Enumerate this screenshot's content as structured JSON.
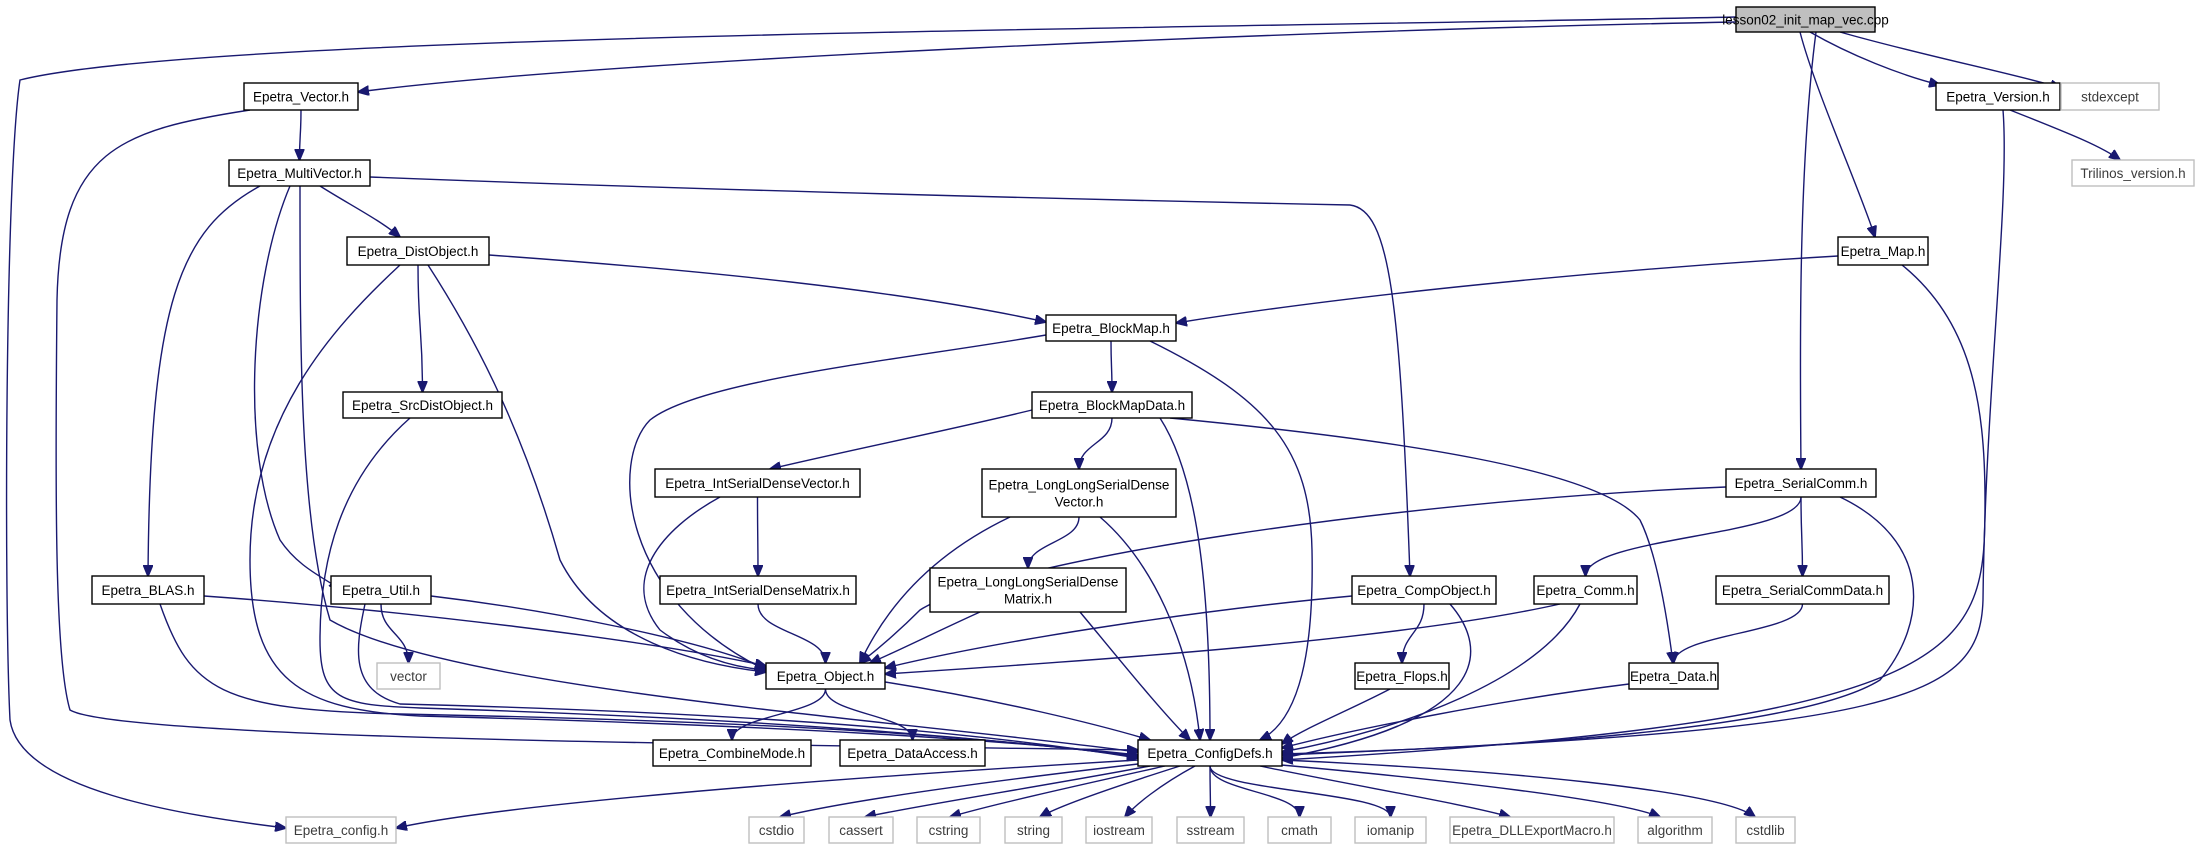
{
  "graph": {
    "title": "",
    "colors": {
      "edge": "#191970",
      "root_fill": "#bfbfbf",
      "node_border": "#000000",
      "system_border": "#bfbfbf",
      "background": "#ffffff"
    },
    "nodes": [
      {
        "id": "root",
        "label": [
          "lesson02_init_map_vec.cpp"
        ],
        "kind": "root"
      },
      {
        "id": "vector_h",
        "label": [
          "Epetra_Vector.h"
        ],
        "kind": "header"
      },
      {
        "id": "version_h",
        "label": [
          "Epetra_Version.h"
        ],
        "kind": "header"
      },
      {
        "id": "stdexcept",
        "label": [
          "stdexcept"
        ],
        "kind": "system"
      },
      {
        "id": "trilinos_version_h",
        "label": [
          "Trilinos_version.h"
        ],
        "kind": "system"
      },
      {
        "id": "multivector_h",
        "label": [
          "Epetra_MultiVector.h"
        ],
        "kind": "header"
      },
      {
        "id": "distobject_h",
        "label": [
          "Epetra_DistObject.h"
        ],
        "kind": "header"
      },
      {
        "id": "map_h",
        "label": [
          "Epetra_Map.h"
        ],
        "kind": "header"
      },
      {
        "id": "blockmap_h",
        "label": [
          "Epetra_BlockMap.h"
        ],
        "kind": "header"
      },
      {
        "id": "srcdistobject_h",
        "label": [
          "Epetra_SrcDistObject.h"
        ],
        "kind": "header"
      },
      {
        "id": "blockmapdata_h",
        "label": [
          "Epetra_BlockMapData.h"
        ],
        "kind": "header"
      },
      {
        "id": "intserialdensevector_h",
        "label": [
          "Epetra_IntSerialDenseVector.h"
        ],
        "kind": "header"
      },
      {
        "id": "longlongserialdensevector_h",
        "label": [
          "Epetra_LongLongSerialDense",
          "Vector.h"
        ],
        "kind": "header"
      },
      {
        "id": "serialcomm_h",
        "label": [
          "Epetra_SerialComm.h"
        ],
        "kind": "header"
      },
      {
        "id": "blas_h",
        "label": [
          "Epetra_BLAS.h"
        ],
        "kind": "header"
      },
      {
        "id": "util_h",
        "label": [
          "Epetra_Util.h"
        ],
        "kind": "header"
      },
      {
        "id": "intserialdensematrix_h",
        "label": [
          "Epetra_IntSerialDenseMatrix.h"
        ],
        "kind": "header"
      },
      {
        "id": "longlongserialdensematrix_h",
        "label": [
          "Epetra_LongLongSerialDense",
          "Matrix.h"
        ],
        "kind": "header"
      },
      {
        "id": "compobject_h",
        "label": [
          "Epetra_CompObject.h"
        ],
        "kind": "header"
      },
      {
        "id": "comm_h",
        "label": [
          "Epetra_Comm.h"
        ],
        "kind": "header"
      },
      {
        "id": "serialcommdata_h",
        "label": [
          "Epetra_SerialCommData.h"
        ],
        "kind": "header"
      },
      {
        "id": "vector",
        "label": [
          "vector"
        ],
        "kind": "system"
      },
      {
        "id": "object_h",
        "label": [
          "Epetra_Object.h"
        ],
        "kind": "header"
      },
      {
        "id": "flops_h",
        "label": [
          "Epetra_Flops.h"
        ],
        "kind": "header"
      },
      {
        "id": "data_h",
        "label": [
          "Epetra_Data.h"
        ],
        "kind": "header"
      },
      {
        "id": "combinemode_h",
        "label": [
          "Epetra_CombineMode.h"
        ],
        "kind": "header"
      },
      {
        "id": "dataaccess_h",
        "label": [
          "Epetra_DataAccess.h"
        ],
        "kind": "header"
      },
      {
        "id": "configdefs_h",
        "label": [
          "Epetra_ConfigDefs.h"
        ],
        "kind": "header"
      },
      {
        "id": "config_h",
        "label": [
          "Epetra_config.h"
        ],
        "kind": "system"
      },
      {
        "id": "cstdio",
        "label": [
          "cstdio"
        ],
        "kind": "system"
      },
      {
        "id": "cassert",
        "label": [
          "cassert"
        ],
        "kind": "system"
      },
      {
        "id": "cstring",
        "label": [
          "cstring"
        ],
        "kind": "system"
      },
      {
        "id": "string",
        "label": [
          "string"
        ],
        "kind": "system"
      },
      {
        "id": "iostream",
        "label": [
          "iostream"
        ],
        "kind": "system"
      },
      {
        "id": "sstream",
        "label": [
          "sstream"
        ],
        "kind": "system"
      },
      {
        "id": "cmath",
        "label": [
          "cmath"
        ],
        "kind": "system"
      },
      {
        "id": "iomanip",
        "label": [
          "iomanip"
        ],
        "kind": "system"
      },
      {
        "id": "dllexportmacro_h",
        "label": [
          "Epetra_DLLExportMacro.h"
        ],
        "kind": "system"
      },
      {
        "id": "algorithm",
        "label": [
          "algorithm"
        ],
        "kind": "system"
      },
      {
        "id": "cstdlib",
        "label": [
          "cstdlib"
        ],
        "kind": "system"
      }
    ],
    "edges": [
      {
        "from": "root",
        "to": "vector_h"
      },
      {
        "from": "root",
        "to": "version_h"
      },
      {
        "from": "root",
        "to": "stdexcept"
      },
      {
        "from": "root",
        "to": "map_h"
      },
      {
        "from": "root",
        "to": "serialcomm_h"
      },
      {
        "from": "root",
        "to": "config_h"
      },
      {
        "from": "vector_h",
        "to": "multivector_h"
      },
      {
        "from": "vector_h",
        "to": "configdefs_h"
      },
      {
        "from": "version_h",
        "to": "trilinos_version_h"
      },
      {
        "from": "version_h",
        "to": "configdefs_h"
      },
      {
        "from": "multivector_h",
        "to": "distobject_h"
      },
      {
        "from": "multivector_h",
        "to": "compobject_h"
      },
      {
        "from": "multivector_h",
        "to": "blas_h"
      },
      {
        "from": "multivector_h",
        "to": "util_h"
      },
      {
        "from": "multivector_h",
        "to": "configdefs_h"
      },
      {
        "from": "distobject_h",
        "to": "blockmap_h"
      },
      {
        "from": "distobject_h",
        "to": "srcdistobject_h"
      },
      {
        "from": "distobject_h",
        "to": "object_h"
      },
      {
        "from": "distobject_h",
        "to": "configdefs_h"
      },
      {
        "from": "map_h",
        "to": "blockmap_h"
      },
      {
        "from": "map_h",
        "to": "configdefs_h"
      },
      {
        "from": "blockmap_h",
        "to": "blockmapdata_h"
      },
      {
        "from": "blockmap_h",
        "to": "object_h"
      },
      {
        "from": "blockmap_h",
        "to": "configdefs_h"
      },
      {
        "from": "srcdistobject_h",
        "to": "configdefs_h"
      },
      {
        "from": "blockmapdata_h",
        "to": "intserialdensevector_h"
      },
      {
        "from": "blockmapdata_h",
        "to": "longlongserialdensevector_h"
      },
      {
        "from": "blockmapdata_h",
        "to": "data_h"
      },
      {
        "from": "blockmapdata_h",
        "to": "configdefs_h"
      },
      {
        "from": "intserialdensevector_h",
        "to": "intserialdensematrix_h"
      },
      {
        "from": "intserialdensevector_h",
        "to": "object_h"
      },
      {
        "from": "longlongserialdensevector_h",
        "to": "longlongserialdensematrix_h"
      },
      {
        "from": "longlongserialdensevector_h",
        "to": "object_h"
      },
      {
        "from": "longlongserialdensevector_h",
        "to": "configdefs_h"
      },
      {
        "from": "serialcomm_h",
        "to": "comm_h"
      },
      {
        "from": "serialcomm_h",
        "to": "serialcommdata_h"
      },
      {
        "from": "serialcomm_h",
        "to": "object_h"
      },
      {
        "from": "serialcomm_h",
        "to": "configdefs_h"
      },
      {
        "from": "blas_h",
        "to": "object_h"
      },
      {
        "from": "blas_h",
        "to": "configdefs_h"
      },
      {
        "from": "util_h",
        "to": "vector"
      },
      {
        "from": "util_h",
        "to": "object_h"
      },
      {
        "from": "util_h",
        "to": "configdefs_h"
      },
      {
        "from": "intserialdensematrix_h",
        "to": "object_h"
      },
      {
        "from": "longlongserialdensematrix_h",
        "to": "object_h"
      },
      {
        "from": "longlongserialdensematrix_h",
        "to": "configdefs_h"
      },
      {
        "from": "compobject_h",
        "to": "flops_h"
      },
      {
        "from": "compobject_h",
        "to": "object_h"
      },
      {
        "from": "compobject_h",
        "to": "configdefs_h"
      },
      {
        "from": "comm_h",
        "to": "object_h"
      },
      {
        "from": "comm_h",
        "to": "configdefs_h"
      },
      {
        "from": "serialcommdata_h",
        "to": "data_h"
      },
      {
        "from": "object_h",
        "to": "combinemode_h"
      },
      {
        "from": "object_h",
        "to": "dataaccess_h"
      },
      {
        "from": "object_h",
        "to": "configdefs_h"
      },
      {
        "from": "flops_h",
        "to": "configdefs_h"
      },
      {
        "from": "data_h",
        "to": "configdefs_h"
      },
      {
        "from": "configdefs_h",
        "to": "config_h"
      },
      {
        "from": "configdefs_h",
        "to": "cstdio"
      },
      {
        "from": "configdefs_h",
        "to": "cassert"
      },
      {
        "from": "configdefs_h",
        "to": "cstring"
      },
      {
        "from": "configdefs_h",
        "to": "string"
      },
      {
        "from": "configdefs_h",
        "to": "iostream"
      },
      {
        "from": "configdefs_h",
        "to": "sstream"
      },
      {
        "from": "configdefs_h",
        "to": "cmath"
      },
      {
        "from": "configdefs_h",
        "to": "iomanip"
      },
      {
        "from": "configdefs_h",
        "to": "dllexportmacro_h"
      },
      {
        "from": "configdefs_h",
        "to": "algorithm"
      },
      {
        "from": "configdefs_h",
        "to": "cstdlib"
      }
    ]
  }
}
